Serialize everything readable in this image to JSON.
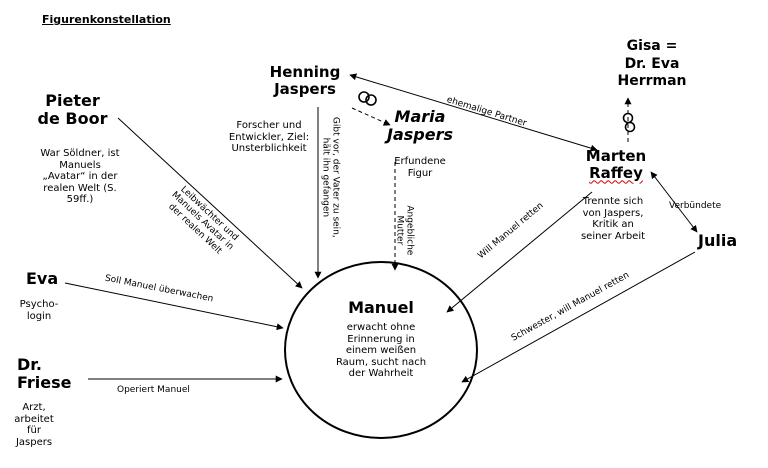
{
  "title": "Figurenkonstellation",
  "nodes": {
    "manuel": {
      "name": "Manuel",
      "desc": [
        "erwacht ohne",
        "Erinnerung in",
        "einem weißen",
        "Raum, sucht nach",
        "der Wahrheit"
      ]
    },
    "henning": {
      "name": [
        "Henning",
        "Jaspers"
      ],
      "desc": [
        "Forscher und",
        "Entwickler, Ziel:",
        "Unsterblichkeit"
      ]
    },
    "maria": {
      "name": [
        "Maria",
        "Jaspers"
      ],
      "desc": [
        "Erfundene",
        "Figur"
      ]
    },
    "pieter": {
      "name": [
        "Pieter",
        "de Boor"
      ],
      "desc": [
        "War Söldner, ist",
        "Manuels",
        "„Avatar“ in der",
        "realen Welt (S.",
        "59ff.)"
      ]
    },
    "eva": {
      "name": "Eva",
      "desc": [
        "Psycho-",
        "login"
      ]
    },
    "friese": {
      "name": [
        "Dr.",
        "Friese"
      ],
      "desc": [
        "Arzt,",
        "arbeitet",
        "für",
        "Jaspers"
      ]
    },
    "marten": {
      "name": [
        "Marten",
        "Raffey"
      ],
      "desc": [
        "Trennte sich",
        "von Jaspers,",
        "Kritik an",
        "seiner Arbeit"
      ]
    },
    "gisa": {
      "name": [
        "Gisa =",
        "Dr. Eva",
        "Herrman"
      ]
    },
    "julia": {
      "name": "Julia"
    }
  },
  "edges": {
    "henning_marten": "ehemalige Partner",
    "henning_manuel": [
      "Gibt vor, der Vater zu sein,",
      "hält ihn gefangen"
    ],
    "maria_manuel": [
      "Angebliche",
      "Mutter"
    ],
    "pieter_manuel": [
      "Leibwächter und",
      "Manuels Avatar in",
      "der realen Welt"
    ],
    "eva_manuel": "Soll Manuel überwachen",
    "friese_manuel": "Operiert Manuel",
    "marten_manuel": "Will Manuel retten",
    "julia_manuel": "Schwester, will Manuel retten",
    "julia_marten": "Verbündete"
  }
}
